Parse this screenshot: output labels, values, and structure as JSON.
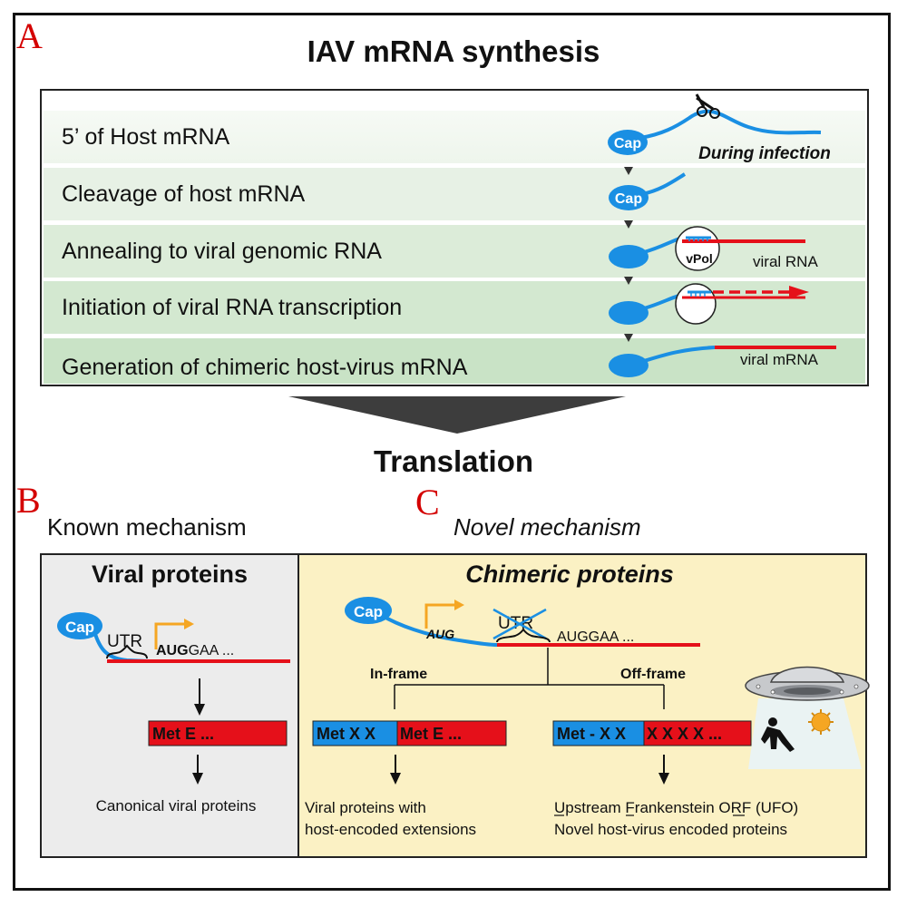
{
  "panel_a": {
    "letter": "A",
    "title": "IAV mRNA synthesis",
    "steps": [
      {
        "label": "5’ of Host mRNA"
      },
      {
        "label": "Cleavage of host mRNA"
      },
      {
        "label": "Annealing to viral genomic RNA"
      },
      {
        "label": "Initiation of viral RNA transcription"
      },
      {
        "label": "Generation of chimeric host-virus mRNA"
      }
    ],
    "cap_label": "Cap",
    "during_infection": "During infection",
    "vpol_label": "vPol",
    "viral_rna_label": "viral RNA",
    "viral_mrna_label": "viral mRNA"
  },
  "translation_label": "Translation",
  "panel_b": {
    "letter": "B",
    "heading": "Known mechanism",
    "box_title": "Viral proteins",
    "cap_label": "Cap",
    "utr_label": "UTR",
    "aug_bold": "AUG",
    "aug_rest": "GAA ...",
    "protein_label": "Met  E ...",
    "result": "Canonical viral proteins"
  },
  "panel_c": {
    "letter": "C",
    "heading": "Novel mechanism",
    "box_title": "Chimeric proteins",
    "cap_label": "Cap",
    "upstream_aug": "AUG",
    "utr_label": "UTR",
    "aug_seq": "AUGGAA ...",
    "in_frame_label": "In-frame",
    "off_frame_label": "Off-frame",
    "in_frame_host": "Met  X  X",
    "in_frame_viral": "Met  E ...",
    "off_frame_host": "Met - X X",
    "off_frame_viral": "X  X  X  X ...",
    "in_frame_result_1": "Viral proteins with",
    "in_frame_result_2": "host-encoded extensions",
    "off_frame_result_1": "Upstream Frankenstein ORF (UFO)",
    "off_frame_result_2": "Novel host-virus encoded proteins"
  },
  "colors": {
    "host_blue": "#1a8fe3",
    "viral_red": "#e5101a",
    "aug_orange": "#f5a623",
    "row_green_light": "#eef5ec",
    "row_green_dark": "#c9e3c6",
    "panel_b_bg": "#ececec",
    "panel_c_bg": "#fbf1c4",
    "letter_red": "#d40000"
  },
  "icons": [
    "scissors-icon",
    "ufo-icon",
    "person-icon",
    "virus-icon",
    "arrow-down-icon",
    "orange-start-arrow-icon"
  ]
}
